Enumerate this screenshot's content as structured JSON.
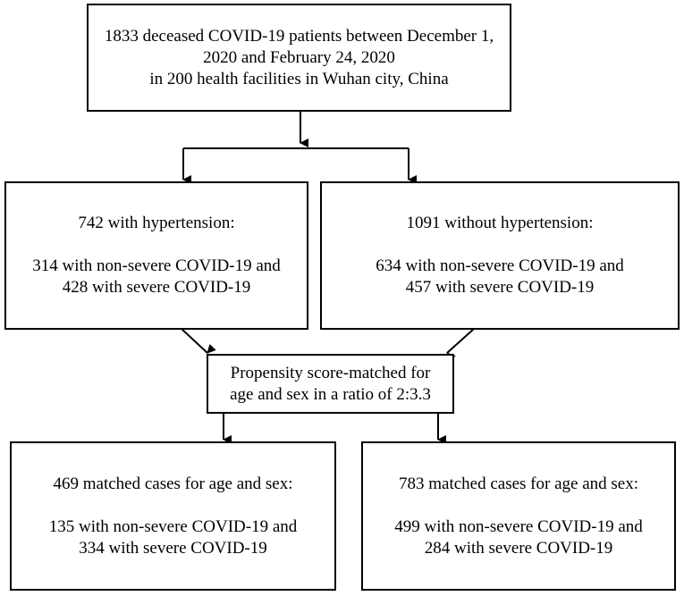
{
  "flowchart": {
    "top": {
      "line1": "1833 deceased COVID-19 patients between December 1,",
      "line2": "2020 and February 24, 2020",
      "line3": "in 200 health facilities in Wuhan city, China"
    },
    "left": {
      "heading": "742 with hypertension:",
      "line1": "314 with non-severe COVID-19 and",
      "line2": "428 with severe COVID-19"
    },
    "right": {
      "heading": "1091 without hypertension:",
      "line1": "634 with non-severe COVID-19 and",
      "line2": "457 with severe COVID-19"
    },
    "middle": {
      "line1": "Propensity score-matched for",
      "line2": "age and sex in a ratio of 2:3.3"
    },
    "bottom_left": {
      "heading": "469 matched cases for age and sex:",
      "line1": "135 with non-severe COVID-19 and",
      "line2": "334 with severe COVID-19"
    },
    "bottom_right": {
      "heading": "783 matched cases for age and sex:",
      "line1": "499 with non-severe COVID-19 and",
      "line2": "284 with severe COVID-19"
    }
  }
}
